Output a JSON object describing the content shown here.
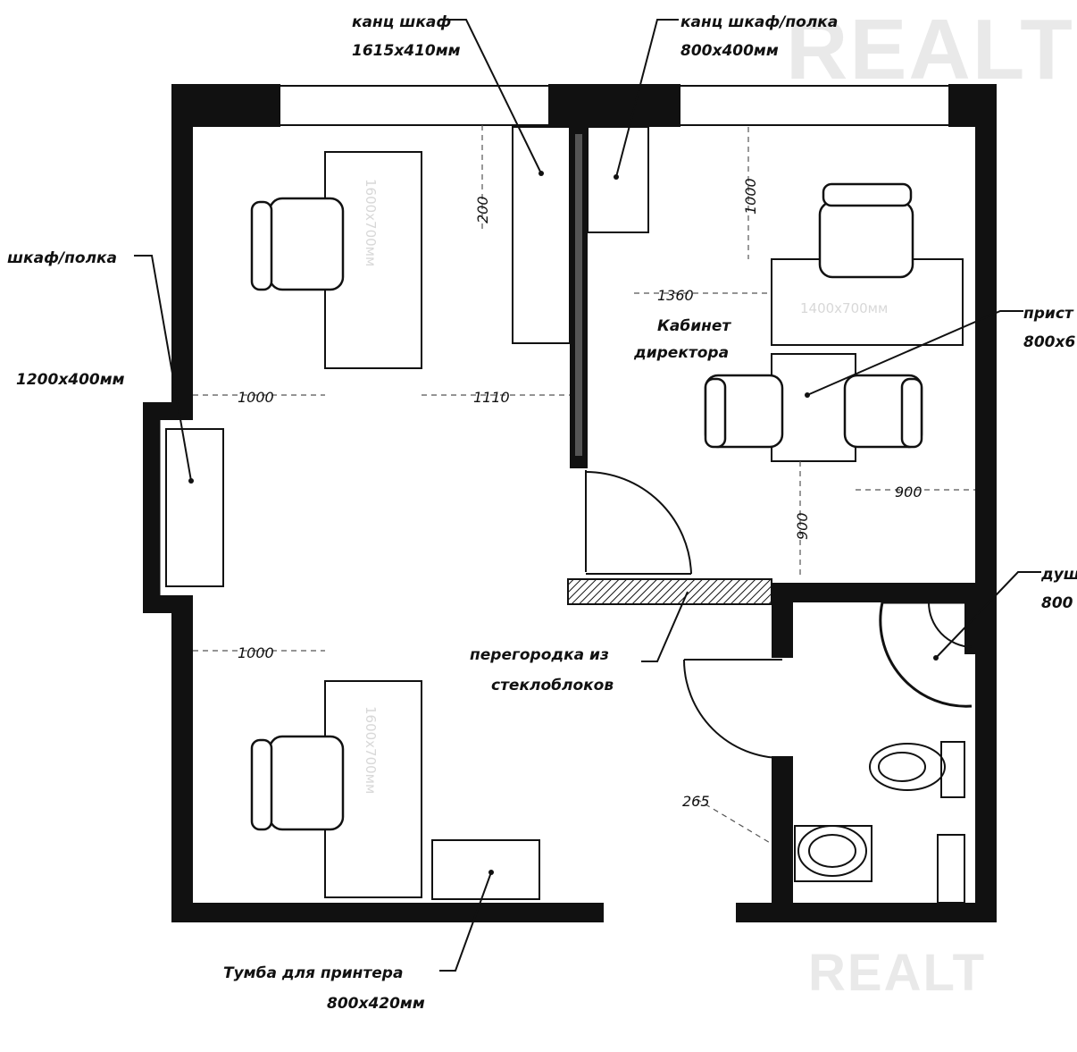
{
  "labels": {
    "cabinet_1615": [
      "канц шкаф",
      "1615x410мм"
    ],
    "cabinet_800": [
      "канц шкаф/полка",
      "800x400мм"
    ],
    "shelf_1200": [
      "шкаф/полка",
      "1200x400мм"
    ],
    "table_extension": [
      "прист",
      "800x6"
    ],
    "shower": [
      "душ",
      "800"
    ],
    "director_room": [
      "Кабинет",
      "директора"
    ],
    "glass_partition": [
      "перегородка из",
      "стеклоблоков"
    ],
    "printer_stand": [
      "Тумба для принтера",
      "800x420мм"
    ]
  },
  "dimensions": {
    "d200": "200",
    "d1000_top": "1000",
    "d1360": "1360",
    "d1000_left": "1000",
    "d1110": "1110",
    "d900_h": "900",
    "d900_v": "900",
    "d1000_lower": "1000",
    "d265": "265"
  },
  "desk_labels": {
    "desk_top": "1600x700мм",
    "desk_bottom": "1600x700мм",
    "desk_director": "1400x700мм"
  },
  "watermark": {
    "top": "REALT",
    "bottom": "REALT"
  },
  "colors": {
    "wall": "#111111",
    "background": "#ffffff",
    "hatch": "#111111",
    "watermark": "#e9e9e9"
  }
}
